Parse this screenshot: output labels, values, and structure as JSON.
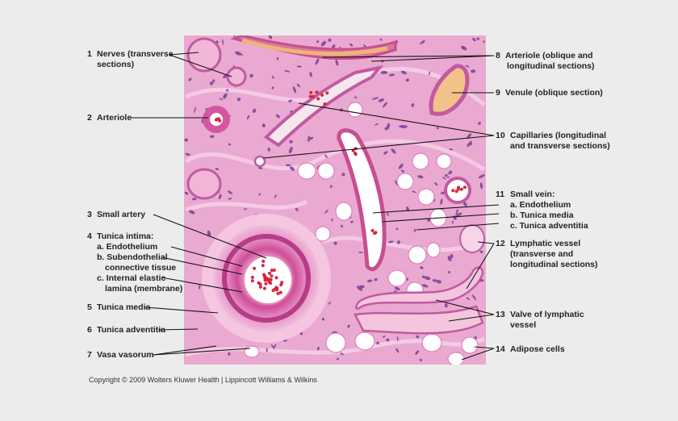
{
  "copyright": "Copyright © 2009 Wolters Kluwer Health | Lippincott Williams & Wilkins",
  "left_labels": {
    "l1": {
      "num": "1",
      "line1": "Nerves (transverse",
      "line2": "sections)"
    },
    "l2": {
      "num": "2",
      "line1": "Arteriole"
    },
    "l3": {
      "num": "3",
      "line1": "Small artery"
    },
    "l4": {
      "num": "4",
      "line1": "Tunica intima:",
      "a": "a. Endothelium",
      "b1": "b. Subendothelial",
      "b2": "connective tissue",
      "c1": "c. Internal elastic",
      "c2": "lamina (membrane)"
    },
    "l5": {
      "num": "5",
      "line1": "Tunica media"
    },
    "l6": {
      "num": "6",
      "line1": "Tunica adventitia"
    },
    "l7": {
      "num": "7",
      "line1": "Vasa vasorum"
    }
  },
  "right_labels": {
    "r8": {
      "num": "8",
      "line1": "Arteriole (oblique and",
      "line2": "longitudinal sections)"
    },
    "r9": {
      "num": "9",
      "line1": "Venule (oblique section)"
    },
    "r10": {
      "num": "10",
      "line1": "Capillaries (longitudinal",
      "line2": "and transverse sections)"
    },
    "r11": {
      "num": "11",
      "line1": "Small vein:",
      "a": "a. Endothelium",
      "b": "b. Tunica media",
      "c": "c. Tunica adventitia"
    },
    "r12": {
      "num": "12",
      "line1": "Lymphatic vessel",
      "line2": "(transverse and",
      "line3": "longitudinal sections)"
    },
    "r13": {
      "num": "13",
      "line1": "Valve of lymphatic",
      "line2": "vessel"
    },
    "r14": {
      "num": "14",
      "line1": "Adipose cells"
    }
  },
  "colors": {
    "tissue": "#e9a7cf",
    "tissue_dark": "#c15aa0",
    "nuclei": "#6a3a8e",
    "lumen": "#ffffff",
    "rbc": "#d6263e",
    "vessel_wall": "#d7609f"
  }
}
